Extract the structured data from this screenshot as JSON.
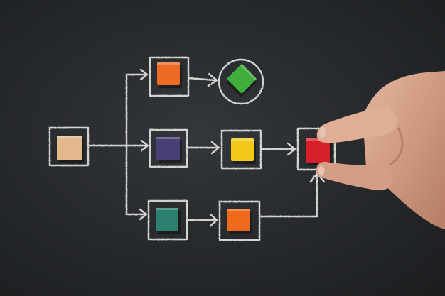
{
  "scene": {
    "subject": "chalkboard-flowchart",
    "board_color": "#2a2c2e",
    "chalk_color": "#e4e4e0",
    "skin_color": "#d8a48a"
  },
  "nodes": [
    {
      "id": "start",
      "shape": "square",
      "block_color": "#e2b88c"
    },
    {
      "id": "top",
      "shape": "square",
      "block_color": "#ef6a24"
    },
    {
      "id": "top-end",
      "shape": "circle",
      "block_color": "#3fae3b"
    },
    {
      "id": "middle",
      "shape": "square",
      "block_color": "#4a3f74"
    },
    {
      "id": "middle-2",
      "shape": "square",
      "block_color": "#f2c919"
    },
    {
      "id": "goal",
      "shape": "square",
      "block_color": "#d61f2a"
    },
    {
      "id": "bottom",
      "shape": "square",
      "block_color": "#2a7f6f"
    },
    {
      "id": "bottom-2",
      "shape": "square",
      "block_color": "#f06a1e"
    }
  ]
}
